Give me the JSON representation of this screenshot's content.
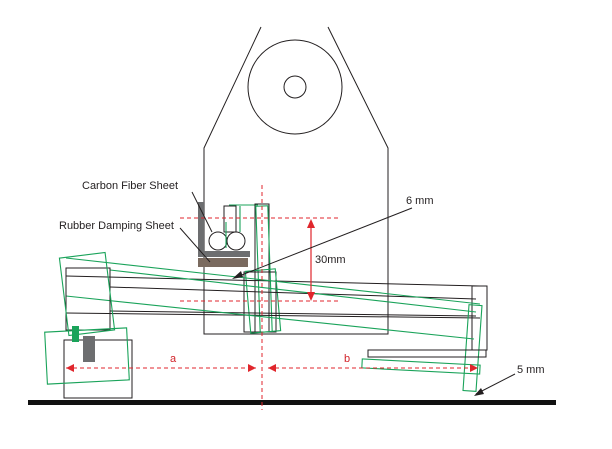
{
  "labels": {
    "carbon_fiber": "Carbon Fiber Sheet",
    "rubber_damping": "Rubber Damping Sheet",
    "six_mm": "6 mm",
    "thirty_mm": "30mm",
    "a": "a",
    "b": "b",
    "five_mm": "5 mm"
  },
  "colors": {
    "outline": "#231f20",
    "deflected": "#1aa35a",
    "dimension": "#e0262c",
    "rubber": "#7a6a5f",
    "carbon": "#6d6e70"
  }
}
